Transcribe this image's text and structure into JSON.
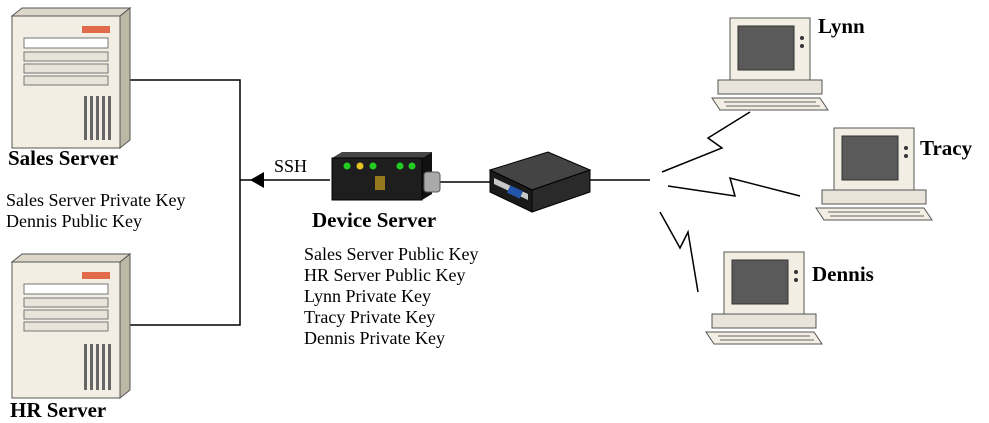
{
  "servers": {
    "sales": {
      "name": "Sales Server",
      "keys": [
        "Sales Server Private Key",
        "Dennis Public Key"
      ]
    },
    "hr": {
      "name": "HR Server"
    }
  },
  "device_server": {
    "name": "Device Server",
    "keys": [
      "Sales Server Public Key",
      "HR Server Public Key",
      "Lynn Private Key",
      "Tracy Private Key",
      "Dennis Private Key"
    ]
  },
  "protocol_label": "SSH",
  "clients": [
    {
      "name": "Lynn"
    },
    {
      "name": "Tracy"
    },
    {
      "name": "Dennis"
    }
  ],
  "colors": {
    "server_body": "#f2eee4",
    "device_body": "#1e1e1e",
    "led_green": "#22cc22",
    "led_yellow": "#e8c020",
    "adapter_port": "#2255aa"
  }
}
